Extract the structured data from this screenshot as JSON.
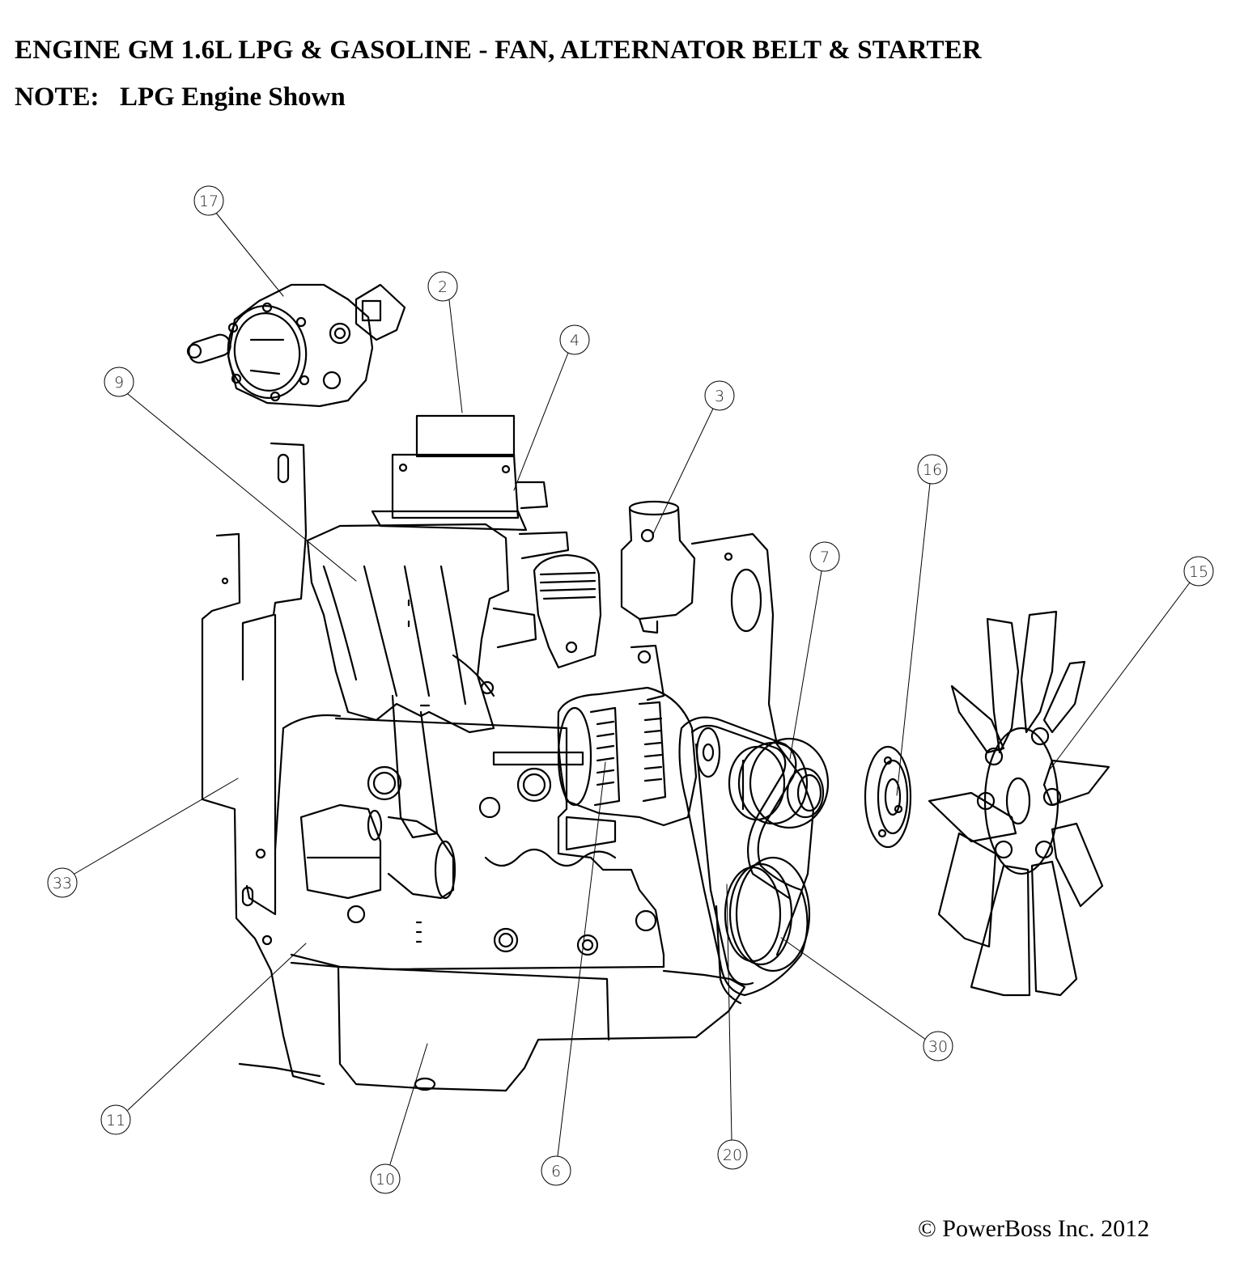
{
  "title": "ENGINE GM 1.6L LPG & GASOLINE - FAN, ALTERNATOR BELT & STARTER",
  "note": {
    "label": "NOTE:",
    "text": "LPG Engine Shown"
  },
  "copyright": "© PowerBoss Inc. 2012",
  "callouts": [
    {
      "id": "callout-17",
      "label": "17"
    },
    {
      "id": "callout-2",
      "label": "2"
    },
    {
      "id": "callout-4",
      "label": "4"
    },
    {
      "id": "callout-9",
      "label": "9"
    },
    {
      "id": "callout-3",
      "label": "3"
    },
    {
      "id": "callout-16",
      "label": "16"
    },
    {
      "id": "callout-7",
      "label": "7"
    },
    {
      "id": "callout-15",
      "label": "15"
    },
    {
      "id": "callout-33",
      "label": "33"
    },
    {
      "id": "callout-30",
      "label": "30"
    },
    {
      "id": "callout-11",
      "label": "11"
    },
    {
      "id": "callout-20",
      "label": "20"
    },
    {
      "id": "callout-6",
      "label": "6"
    },
    {
      "id": "callout-10",
      "label": "10"
    }
  ]
}
